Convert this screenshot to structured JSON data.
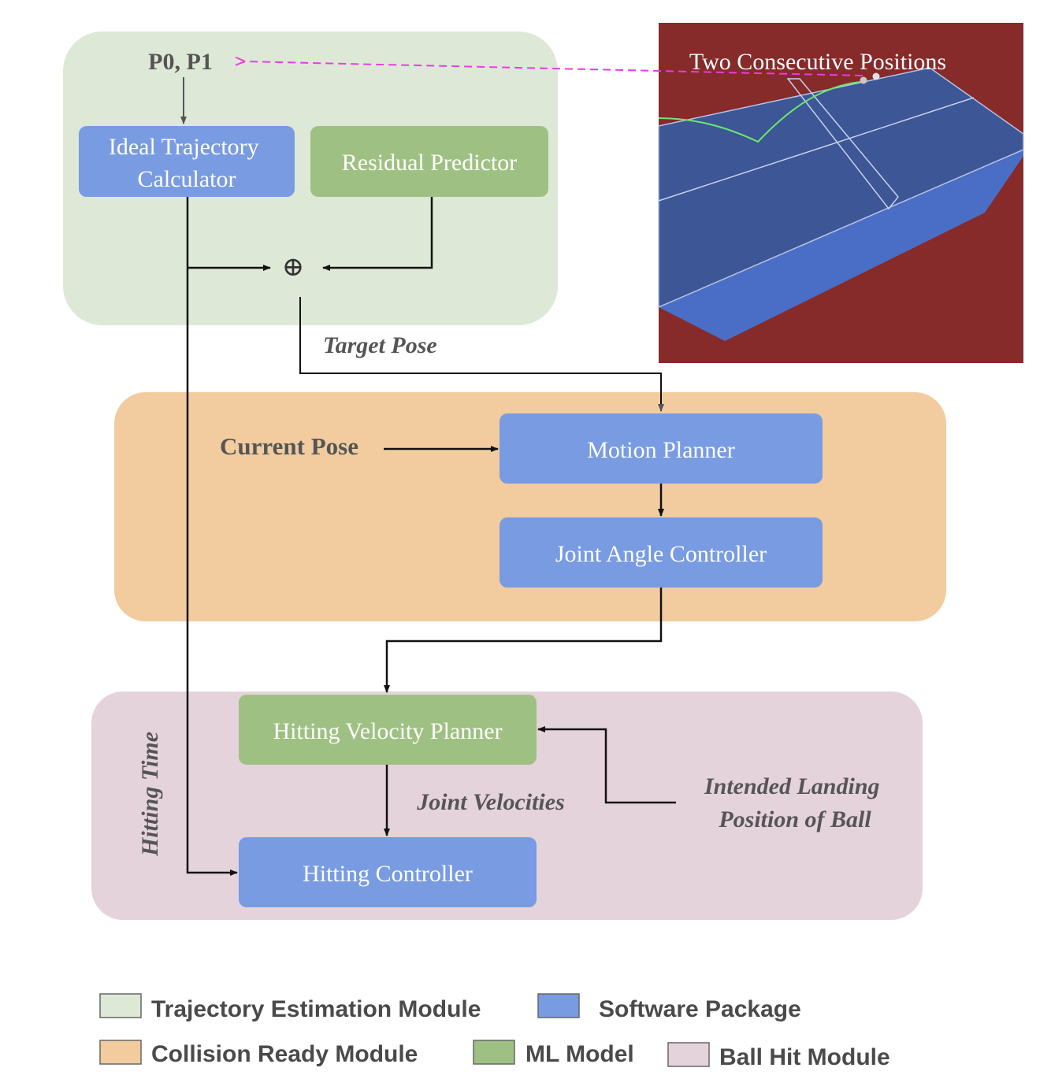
{
  "colors": {
    "trajectory_module_bg": "#dde9d6",
    "collision_module_bg": "#f2cc9f",
    "ball_hit_module_bg": "#e5d3dc",
    "software_package": "#789be2",
    "ml_model": "#9ec183",
    "inset_background": "#862a2a",
    "table_top": "#3c5696",
    "table_side": "#4a6ec5",
    "ball_trajectory": "#6ee66e",
    "dashed_arrow": "#e83ce6",
    "arrow": "#111111",
    "label_gray": "#555555"
  },
  "inputs": {
    "positions": "P0, P1",
    "current_pose": "Current Pose",
    "intended_landing_line1": "Intended Landing",
    "intended_landing_line2": "Position of Ball"
  },
  "blocks": {
    "ideal_trajectory_line1": "Ideal Trajectory",
    "ideal_trajectory_line2": "Calculator",
    "residual_predictor": "Residual Predictor",
    "sum_symbol": "⊕",
    "motion_planner": "Motion Planner",
    "joint_angle_controller": "Joint Angle Controller",
    "hitting_velocity_planner": "Hitting Velocity Planner",
    "hitting_controller": "Hitting Controller"
  },
  "edge_labels": {
    "target_pose": "Target Pose",
    "joint_velocities": "Joint Velocities",
    "hitting_time": "Hitting Time"
  },
  "inset": {
    "caption": "Two Consecutive Positions"
  },
  "legend": {
    "trajectory_estimation_module": "Trajectory Estimation Module",
    "software_package": "Software Package",
    "collision_ready_module": "Collision Ready Module",
    "ml_model": "ML Model",
    "ball_hit_module": "Ball Hit Module"
  }
}
